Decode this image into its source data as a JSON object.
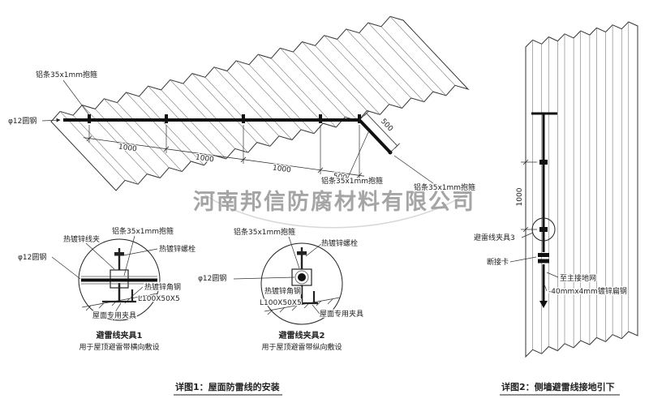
{
  "watermark": {
    "text": "河南邦信防腐材料有限公司"
  },
  "colors": {
    "red_label": "#cc2222"
  },
  "figure1": {
    "caption": "详图1：屋面防雷线的安装",
    "roof": {
      "alu_strip_top": "铝条35x1mm抱箍",
      "round_steel": "φ12圆钢",
      "alu_strip_right": "铝条35x1mm抱箍",
      "alu_strip_edge": "铝条35x1mm抱箍",
      "dim_seg1": "1000",
      "dim_seg2": "1000",
      "dim_seg3": "1000",
      "dim_seg4": "500",
      "dim_slope": "500"
    },
    "detail1": {
      "title": "避雷线夹具1",
      "subtitle": "用于屋顶避雷带横向敷设",
      "wire_clip": "热镀锌线夹",
      "alu_strip": "铝条35x1mm抱箍",
      "bolt": "热镀锌螺栓",
      "round_steel": "φ12圆钢",
      "angle_steel": "热镀锌角钢",
      "angle_spec": "L100X50X5",
      "roof_fixture": "屋面专用夹具"
    },
    "detail2": {
      "title": "避雷线夹具2",
      "subtitle": "用于屋顶避雷带纵向敷设",
      "alu_strip": "铝条35x1mm抱箍",
      "bolt": "热镀锌螺栓",
      "round_steel": "φ12圆钢",
      "angle_steel": "热镀锌角钢",
      "angle_spec": "L100X50X5",
      "roof_fixture": "屋面专用夹具"
    }
  },
  "figure2": {
    "caption": "详图2：侧墙避雷线接地引下",
    "clamp3": "避雷线夹具3",
    "disconnect_link": "断接卡",
    "to_main_ground": "至主接地网",
    "flat_steel": "-40mmx4mm镀锌扁钢",
    "dim_spacing": "1000"
  }
}
